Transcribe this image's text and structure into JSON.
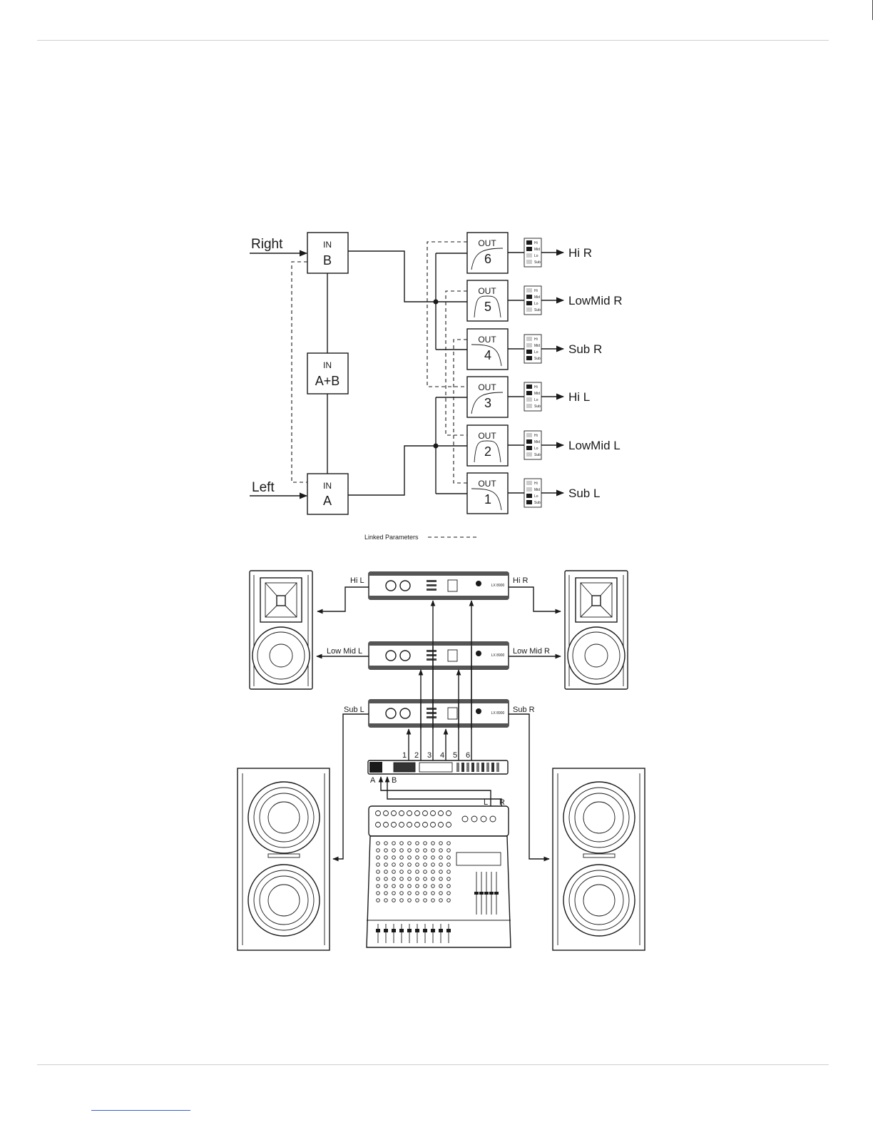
{
  "routing": {
    "inputs": {
      "right": "Right",
      "left": "Left"
    },
    "in_b": {
      "top": "IN",
      "bottom": "B"
    },
    "in_ab": {
      "top": "IN",
      "bottom": "A+B"
    },
    "in_a": {
      "top": "IN",
      "bottom": "A"
    },
    "outputs": [
      {
        "label": "OUT",
        "number": "6",
        "dest": "Hi R",
        "curve": "highpass"
      },
      {
        "label": "OUT",
        "number": "5",
        "dest": "LowMid R",
        "curve": "bandpass"
      },
      {
        "label": "OUT",
        "number": "4",
        "dest": "Sub R",
        "curve": "lowpass"
      },
      {
        "label": "OUT",
        "number": "3",
        "dest": "Hi L",
        "curve": "highpass"
      },
      {
        "label": "OUT",
        "number": "2",
        "dest": "LowMid L",
        "curve": "bandpass"
      },
      {
        "label": "OUT",
        "number": "1",
        "dest": "Sub L",
        "curve": "lowpass"
      }
    ],
    "meter_labels": [
      "Hi",
      "Mid",
      "Lo",
      "Sub"
    ],
    "legend": "Linked Parameters"
  },
  "setup": {
    "amp_labels": {
      "hi_l": "Hi L",
      "hi_r": "Hi R",
      "low_mid_l": "Low Mid L",
      "low_mid_r": "Low Mid R",
      "sub_l": "Sub L",
      "sub_r": "Sub R"
    },
    "amp_model": "LX 8900",
    "channels": [
      "1",
      "2",
      "3",
      "4",
      "5",
      "6"
    ],
    "inputs": {
      "a": "A",
      "b": "B"
    },
    "mixer_outputs": {
      "l": "L",
      "r": "R"
    }
  }
}
